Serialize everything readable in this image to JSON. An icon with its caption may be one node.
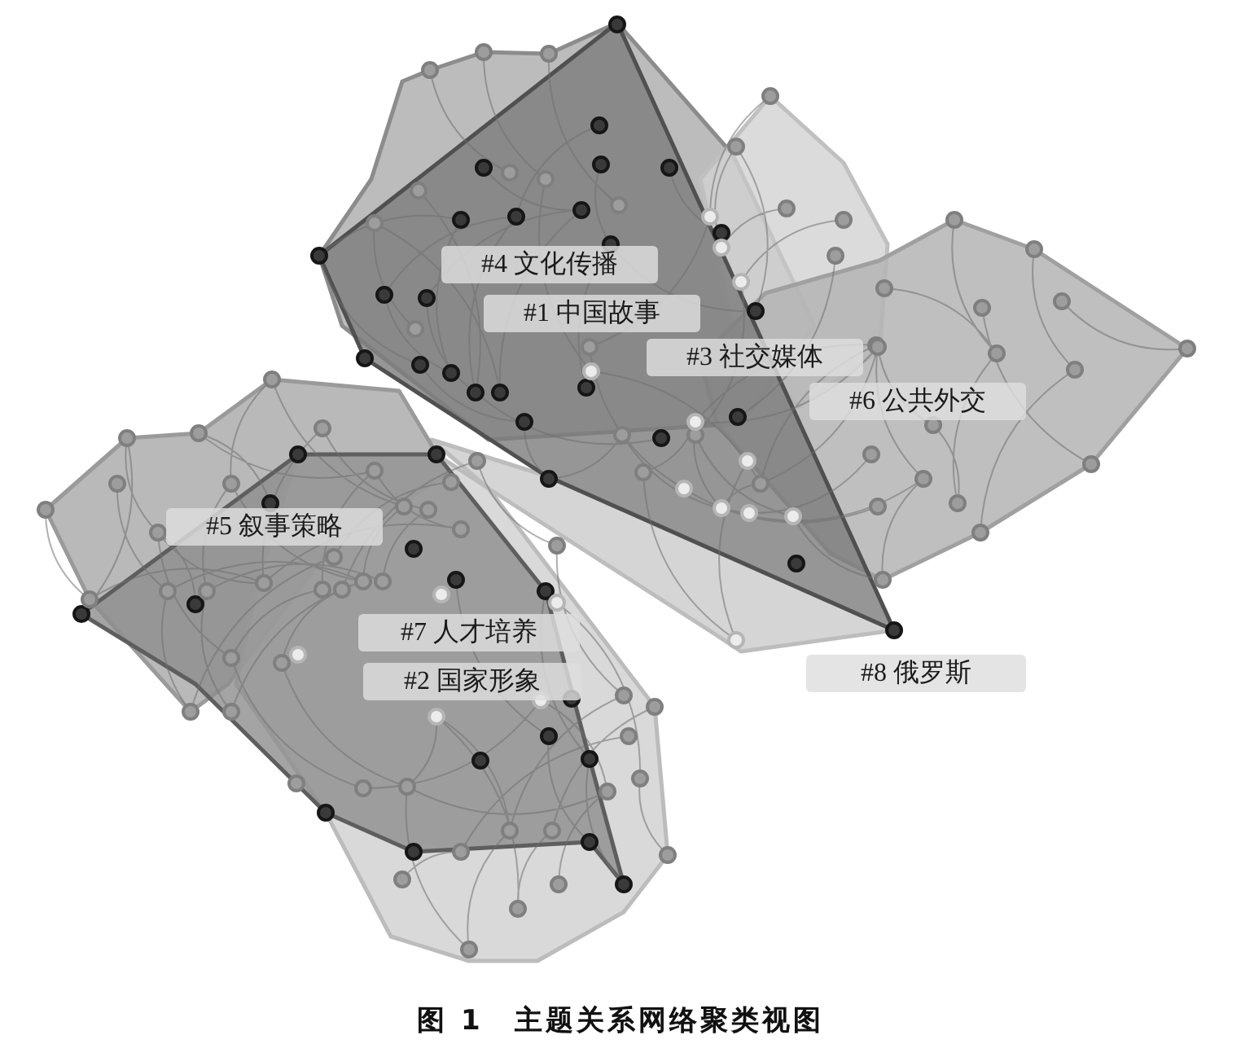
{
  "diagram": {
    "caption": "图 1　主题关系网络聚类视图",
    "labels": [
      "#4 文化传播",
      "#1 中国故事",
      "#3 社交媒体",
      "#6 公共外交",
      "#5 叙事策略",
      "#7 人才培养",
      "#2 国家形象",
      "#8 俄罗斯"
    ]
  }
}
